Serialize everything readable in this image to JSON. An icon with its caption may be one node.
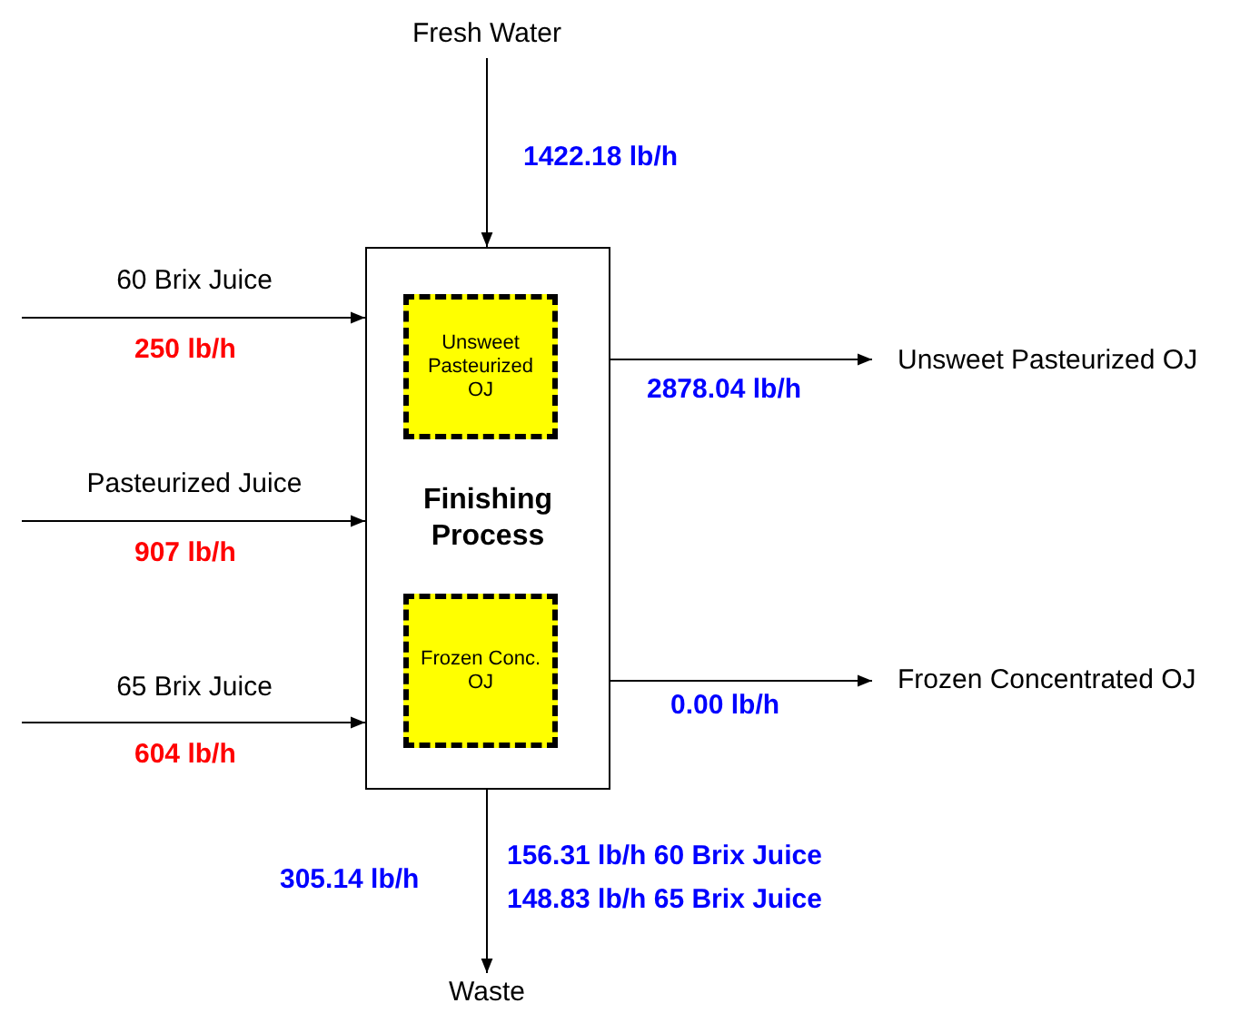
{
  "diagram": {
    "nodes": [
      {
        "text": [
          "Fresh Water"
        ]
      },
      {
        "text": [
          "Finishing Process"
        ]
      },
      {
        "text": [
          "Unsweet Pasteurized OJ"
        ],
        "in": 1
      },
      {
        "text": [
          "Frozen Conc. OJ"
        ],
        "in": 1
      },
      {
        "text": [
          "Unsweet Pasteurized OJ"
        ]
      },
      {
        "text": [
          "Frozen Concentrated OJ"
        ]
      },
      {
        "text": [
          "Waste"
        ]
      }
    ],
    "edges": [
      {
        "from": 0,
        "to": 1,
        "arrow": "to"
      },
      {
        "from": null,
        "to": 1,
        "arrow": "to",
        "label": "60 Brix Juice"
      },
      {
        "from": null,
        "to": 1,
        "arrow": "to",
        "label": "Pasteurized Juice"
      },
      {
        "from": null,
        "to": 1,
        "arrow": "to",
        "label": "65 Brix Juice"
      },
      {
        "from": 1,
        "to": 4,
        "arrow": "to"
      },
      {
        "from": 1,
        "to": 5,
        "arrow": "to"
      },
      {
        "from": 1,
        "to": 6,
        "arrow": "to"
      }
    ],
    "labels": [
      "1422.18 lb/h",
      "250 lb/h",
      "2878.04 lb/h",
      "907 lb/h",
      "604 lb/h",
      "0.00 lb/h",
      "305.14 lb/h",
      "156.31 lb/h 60 Brix Juice",
      "148.83 lb/h 65 Brix Juice"
    ]
  }
}
